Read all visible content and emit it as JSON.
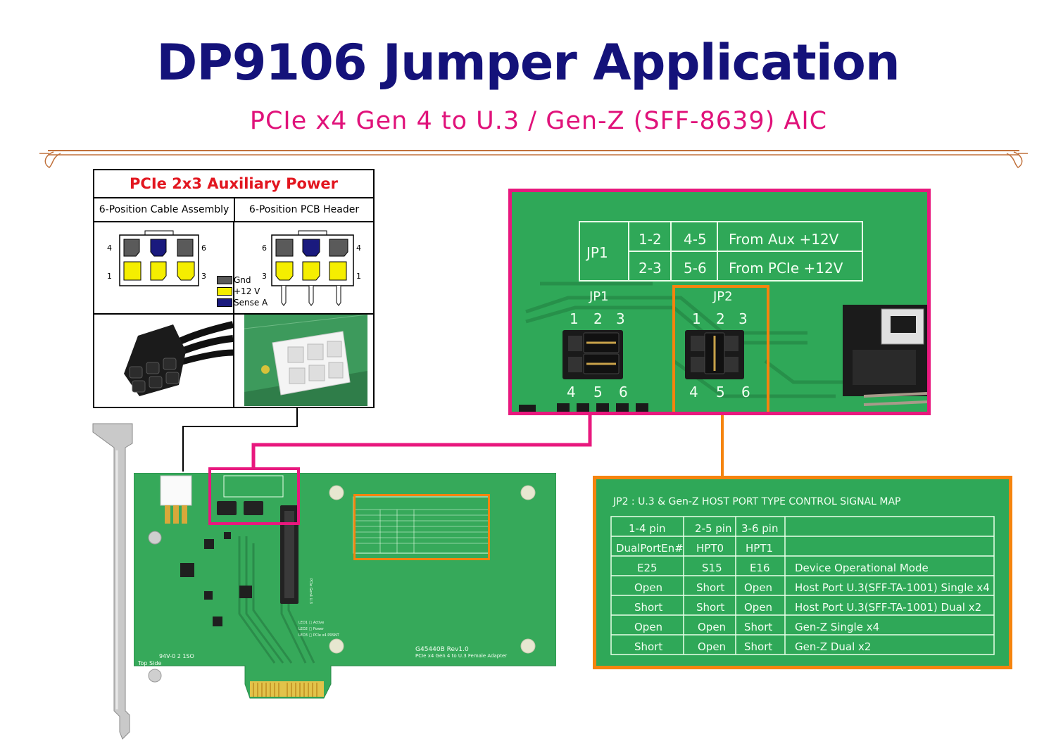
{
  "header": {
    "title": "DP9106 Jumper Application",
    "subtitle": "PCIe x4 Gen 4 to U.3 / Gen-Z (SFF-8639) AIC"
  },
  "aux_power": {
    "title": "PCIe 2x3 Auxiliary Power",
    "col1": "6-Position Cable Assembly",
    "col2": "6-Position PCB Header",
    "cable_pins": {
      "top_left": "4",
      "top_right": "6",
      "bottom_left": "1",
      "bottom_right": "3"
    },
    "header_pins": {
      "top_left": "6",
      "top_right": "4",
      "bottom_left": "3",
      "bottom_right": "1"
    },
    "legend": [
      {
        "label": "Gnd",
        "color": "#5a5a5a"
      },
      {
        "label": "+12 V",
        "color": "#f5ee00"
      },
      {
        "label": "Sense A",
        "color": "#1a1a7e"
      }
    ]
  },
  "jp1_table": {
    "label": "JP1",
    "rows": [
      {
        "a": "1-2",
        "b": "4-5",
        "desc": "From Aux +12V"
      },
      {
        "a": "2-3",
        "b": "5-6",
        "desc": "From PCIe +12V"
      }
    ]
  },
  "jumpers": {
    "jp1": {
      "name": "JP1",
      "top": [
        "1",
        "2",
        "3"
      ],
      "bottom": [
        "4",
        "5",
        "6"
      ]
    },
    "jp2": {
      "name": "JP2",
      "top": [
        "1",
        "2",
        "3"
      ],
      "bottom": [
        "4",
        "5",
        "6"
      ]
    }
  },
  "signal_map": {
    "title": "JP2 : U.3 & Gen-Z HOST PORT TYPE CONTROL SIGNAL MAP",
    "rows": [
      [
        "1-4 pin",
        "2-5 pin",
        "3-6 pin",
        ""
      ],
      [
        "DualPortEn#",
        "HPT0",
        "HPT1",
        ""
      ],
      [
        "E25",
        "S15",
        "E16",
        "Device Operational Mode"
      ],
      [
        "Open",
        "Short",
        "Open",
        "Host Port U.3(SFF-TA-1001) Single x4"
      ],
      [
        "Short",
        "Short",
        "Open",
        "Host Port U.3(SFF-TA-1001) Dual x2"
      ],
      [
        "Open",
        "Open",
        "Short",
        "Gen-Z Single x4"
      ],
      [
        "Short",
        "Open",
        "Short",
        "Gen-Z Dual x2"
      ]
    ]
  },
  "pcb": {
    "rev": "G45440B Rev1.0",
    "desc": "PCIe x4 Gen 4 to U.3 Female Adapter",
    "top_side": "Top Side",
    "led1": "LED1 □ Active",
    "led2": "LED2 □ Power",
    "led3": "LED3 □ PCIe x4 PRSNT",
    "connector": "PCIe Gen4 U.3",
    "mark": "94V-0 2 1SO"
  }
}
